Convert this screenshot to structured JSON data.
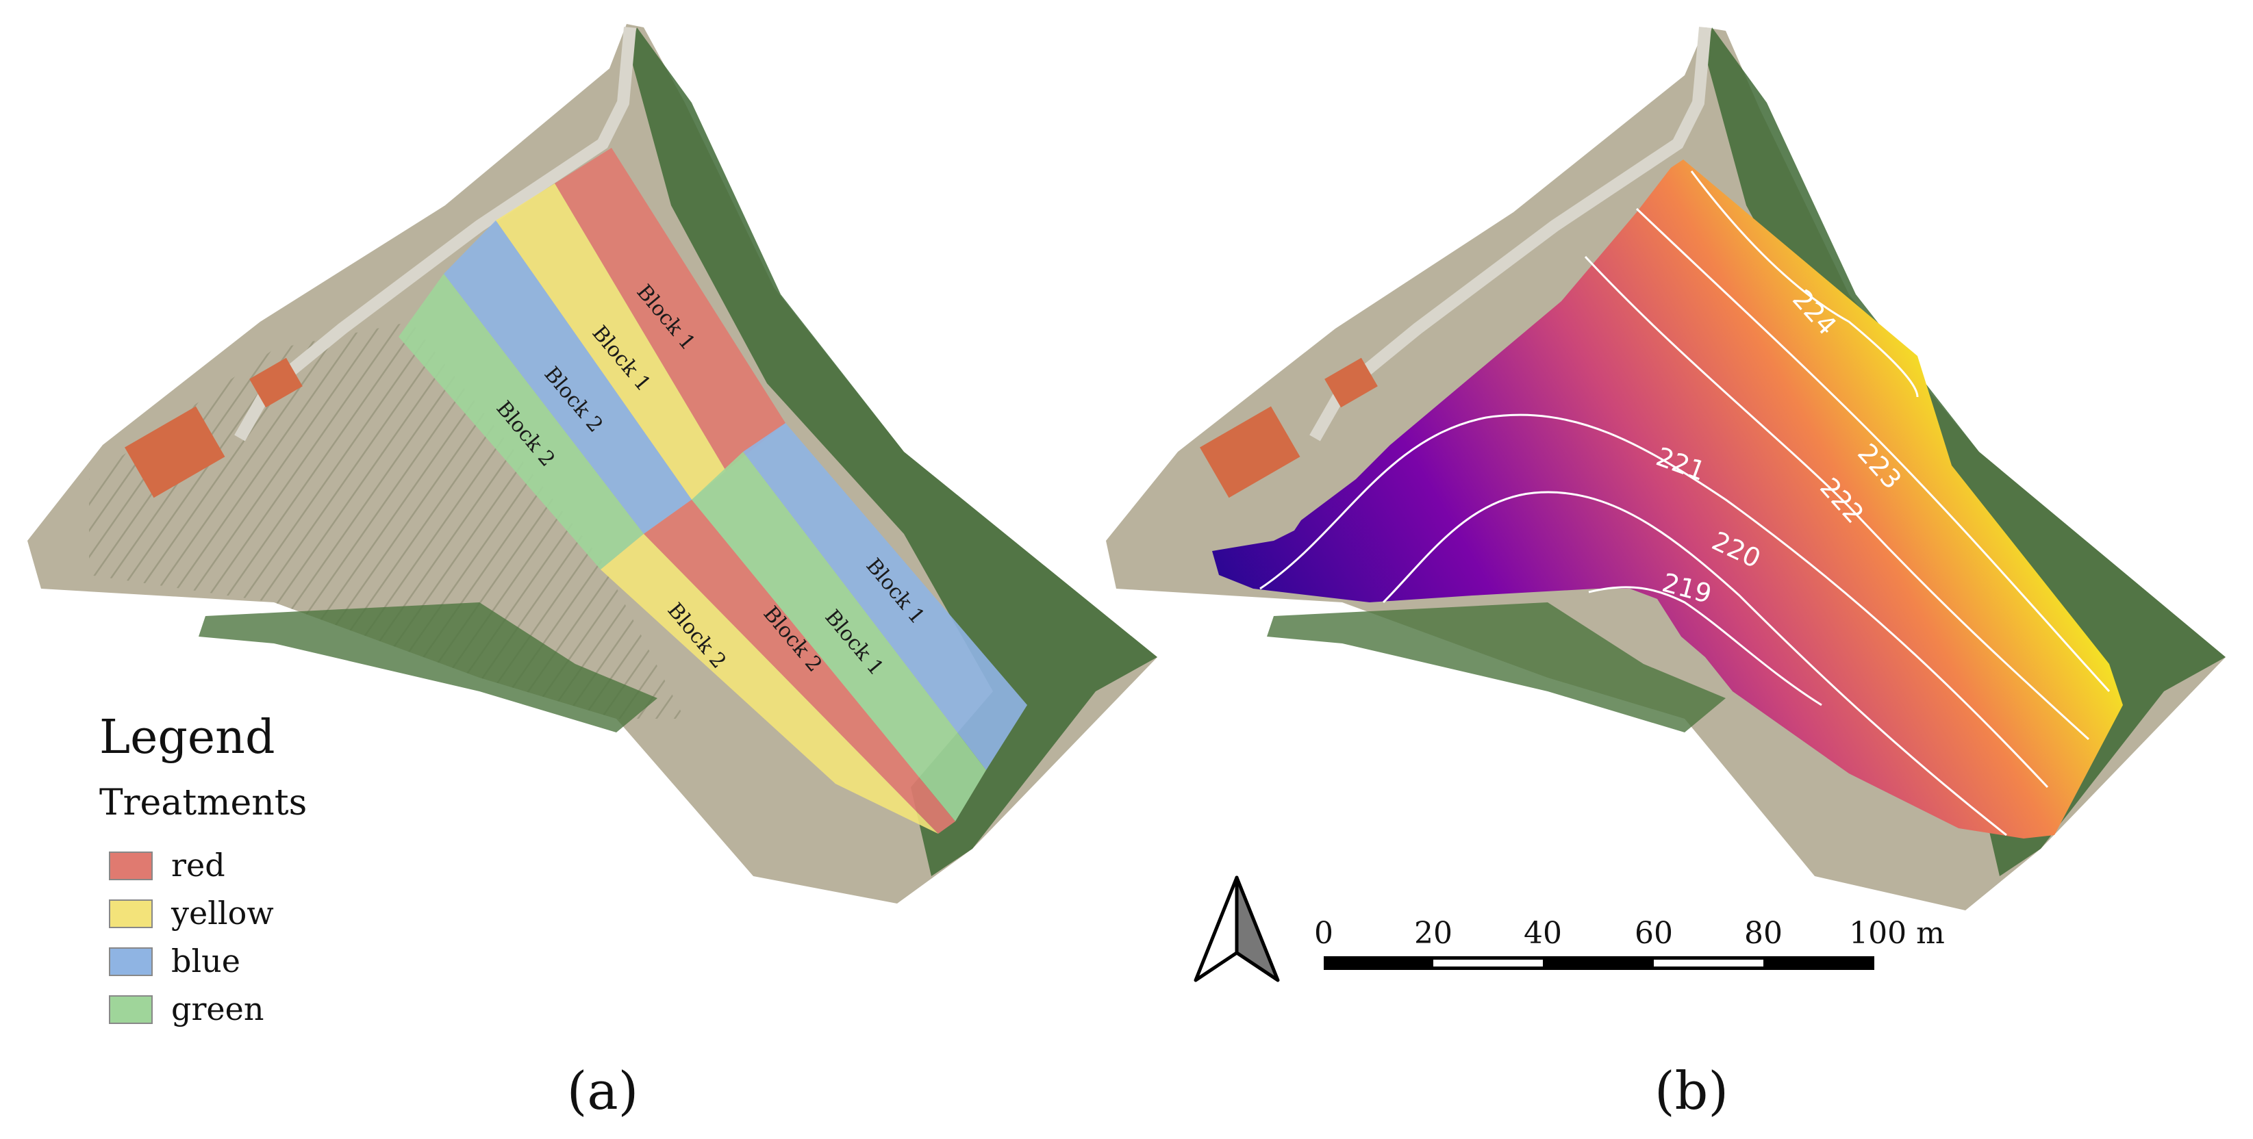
{
  "legend": {
    "title": "Legend",
    "subtitle": "Treatments",
    "items": [
      {
        "label": "red",
        "color": "#e07a70"
      },
      {
        "label": "yellow",
        "color": "#f3e37a"
      },
      {
        "label": "blue",
        "color": "#8fb4e3"
      },
      {
        "label": "green",
        "color": "#9fd59a"
      }
    ]
  },
  "plots": {
    "top": [
      "Block 1",
      "Block 1",
      "Block 2",
      "Block 2"
    ],
    "bottom": [
      "Block 2",
      "Block 2",
      "Block 1",
      "Block 1"
    ]
  },
  "contours": [
    "224",
    "223",
    "222",
    "221",
    "220",
    "219"
  ],
  "scalebar": {
    "ticks": [
      "0",
      "20",
      "40",
      "60",
      "80",
      "100 m"
    ]
  },
  "panels": {
    "a": "(a)",
    "b": "(b)"
  },
  "colors": {
    "red": "#e07a70",
    "yellow": "#f3e37a",
    "blue": "#8fb4e3",
    "green": "#9fd59a",
    "terrain": "#b9b29d",
    "vegetation": "#3f6a36",
    "roof": "#d36b45"
  }
}
